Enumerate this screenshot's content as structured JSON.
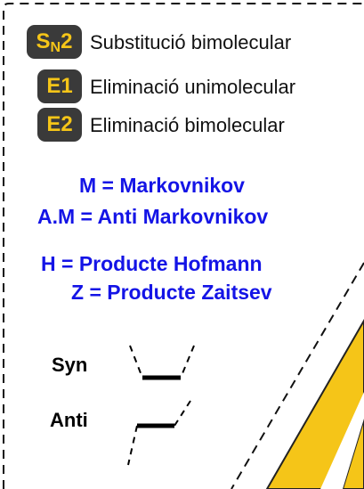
{
  "legend": {
    "items": [
      {
        "badge_main": "S",
        "badge_sub": "N",
        "badge_tail": "2",
        "description": "Substitució bimolecular"
      },
      {
        "badge_main": "E1",
        "badge_sub": "",
        "badge_tail": "",
        "description": "Eliminació unimolecular"
      },
      {
        "badge_main": "E2",
        "badge_sub": "",
        "badge_tail": "",
        "description": "Eliminació bimolecular"
      }
    ]
  },
  "abbreviations": {
    "markovnikov": "M = Markovnikov",
    "anti_markovnikov": "A.M = Anti Markovnikov",
    "hofmann": "H = Producte Hofmann",
    "zaitsev": "Z = Producte Zaitsev"
  },
  "stereo": {
    "syn_label": "Syn",
    "anti_label": "Anti"
  },
  "colors": {
    "badge_bg": "#3a3a3a",
    "badge_text": "#f5c518",
    "abbrev_text": "#1414e6",
    "arrow_fill": "#f5c518"
  }
}
